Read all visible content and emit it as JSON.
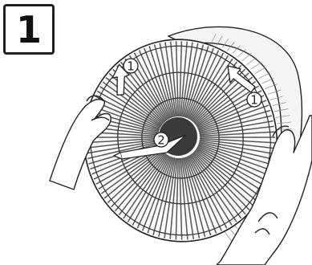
{
  "step": {
    "number": "1"
  },
  "callouts": [
    {
      "label": "1"
    },
    {
      "label": "1"
    },
    {
      "label": "2"
    }
  ],
  "colors": {
    "outline": "#222222",
    "grille": "#555555",
    "hub": "#333333",
    "arrow_fill": "#ffffff",
    "background": "#ffffff"
  }
}
